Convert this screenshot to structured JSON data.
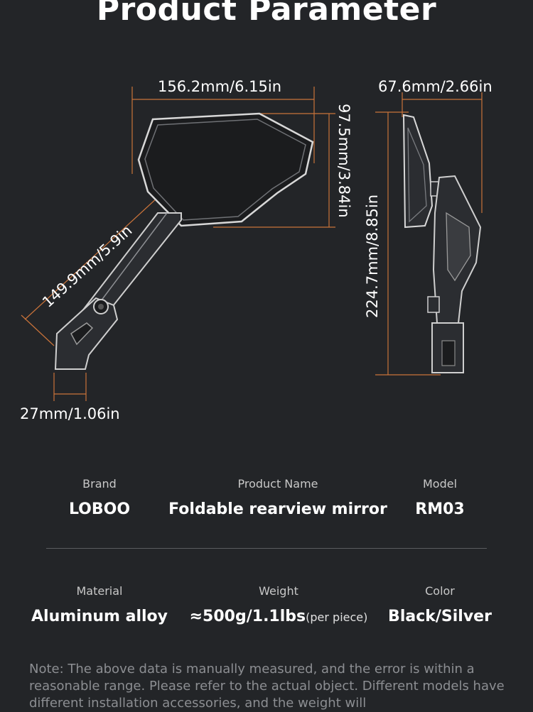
{
  "title": "Product Parameter",
  "dimensions": {
    "width": "156.2mm/6.15in",
    "height": "97.5mm/3.84in",
    "depth": "67.6mm/2.66in",
    "total_length": "224.7mm/8.85in",
    "arm_length": "149.9mm/5.9in",
    "mount_width": "27mm/1.06in"
  },
  "specs": {
    "row1": [
      {
        "label": "Brand",
        "value": "LOBOO"
      },
      {
        "label": "Product Name",
        "value": "Foldable rearview mirror"
      },
      {
        "label": "Model",
        "value": "RM03"
      }
    ],
    "row2": [
      {
        "label": "Material",
        "value": "Aluminum alloy"
      },
      {
        "label": "Weight",
        "value": "≈500g/1.1lbs",
        "sub": "(per piece)"
      },
      {
        "label": "Color",
        "value": "Black/Silver"
      }
    ]
  },
  "note": "Note: The above data is manually measured, and the error is within a reasonable range. Please refer to the actual object. Different models have different installation accessories, and the weight will",
  "colors": {
    "background": "#232528",
    "dimension_line": "#c9733a"
  }
}
